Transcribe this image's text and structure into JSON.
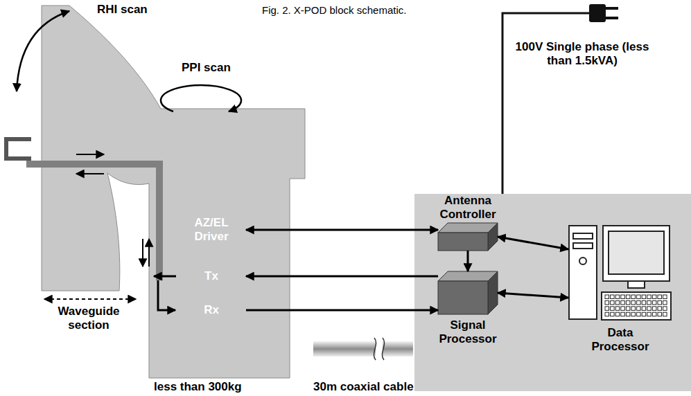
{
  "diagram": {
    "caption": "Fig. 2. X-POD block schematic.",
    "nodes": [
      {
        "text": [
          "less than 300kg"
        ]
      },
      {
        "text": [
          "AZ/EL Driver"
        ],
        "in": 0
      },
      {
        "text": [
          "Tx"
        ],
        "in": 0
      },
      {
        "text": [
          "Rx"
        ],
        "in": 0
      },
      {
        "text": [
          "100V Single phase (less than 1.5kVA)"
        ]
      },
      {
        "text": [
          "Antenna Controller"
        ],
        "in": 4
      },
      {
        "text": [
          "Signal Processor"
        ],
        "in": 4
      },
      {
        "text": [
          "Data Processor"
        ],
        "in": 4
      }
    ],
    "edges": [
      {
        "from": 1,
        "to": 5,
        "arrow": "both"
      },
      {
        "from": 6,
        "to": 2,
        "arrow": "to"
      },
      {
        "from": 3,
        "to": 6,
        "arrow": "to"
      },
      {
        "from": 5,
        "to": 6,
        "arrow": "to"
      },
      {
        "from": 5,
        "to": 7,
        "arrow": "both"
      },
      {
        "from": 6,
        "to": 7,
        "arrow": "both"
      }
    ],
    "labels": [
      "RHI scan",
      "PPI scan",
      "Waveguide section",
      "30m coaxial cable"
    ]
  }
}
